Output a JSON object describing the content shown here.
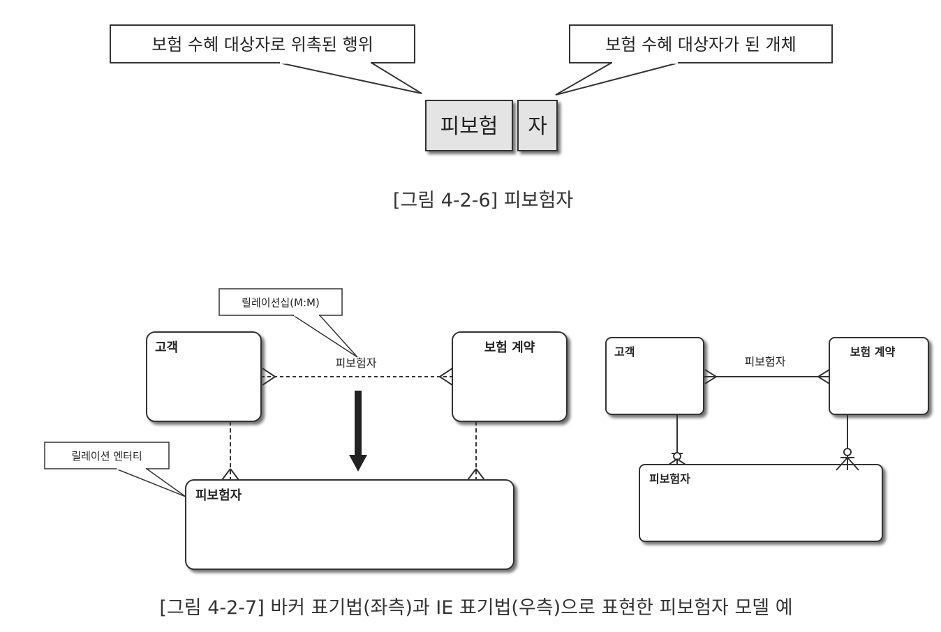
{
  "figure_1": {
    "callout_left": "보험 수혜 대상자로 위촉된 행위",
    "callout_right": "보험 수혜 대상자가 된 개체",
    "box_left": "피보험",
    "box_right": "자",
    "caption": "[그림 4-2-6] 피보험자"
  },
  "figure_2": {
    "barker": {
      "bubble_relationship": "릴레이션십(M:M)",
      "bubble_relation_entity": "릴레이션 엔터티",
      "entity_customer": "고객",
      "entity_contract": "보험 계약",
      "relationship_label": "피보험자",
      "entity_insured": "피보험자"
    },
    "ie": {
      "entity_customer": "고객",
      "entity_contract": "보험 계약",
      "relationship_label": "피보험자",
      "entity_insured": "피보험자"
    },
    "caption": "[그림 4-2-7] 바커 표기법(좌측)과 IE 표기법(우측)으로 표현한 피보험자 모델 예"
  }
}
